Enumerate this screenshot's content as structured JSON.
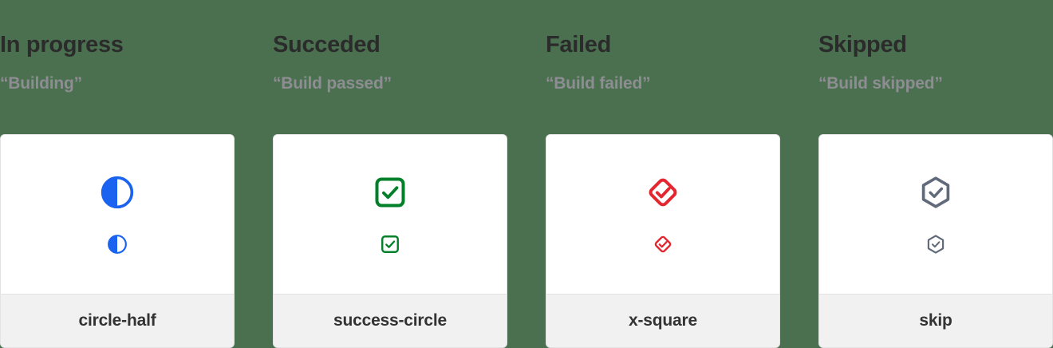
{
  "page": {
    "background_color": "#4a7050",
    "card_background": "#ffffff",
    "card_footer_background": "#f1f1f1",
    "card_border_color": "#e3e3e3"
  },
  "columns": [
    {
      "heading": "In progress",
      "subheading": "“Building”",
      "icon_name": "circle-half",
      "icon_label": "circle-half",
      "icon_color": "#1a62f0"
    },
    {
      "heading": "Succeded",
      "subheading": "“Build passed”",
      "icon_name": "success-circle",
      "icon_label": "success-circle",
      "icon_color": "#018029"
    },
    {
      "heading": "Failed",
      "subheading": "“Build failed”",
      "icon_name": "x-square",
      "icon_label": "x-square",
      "icon_color": "#e3262f"
    },
    {
      "heading": "Skipped",
      "subheading": "“Build skipped”",
      "icon_name": "skip",
      "icon_label": "skip",
      "icon_color": "#606a7b"
    }
  ]
}
